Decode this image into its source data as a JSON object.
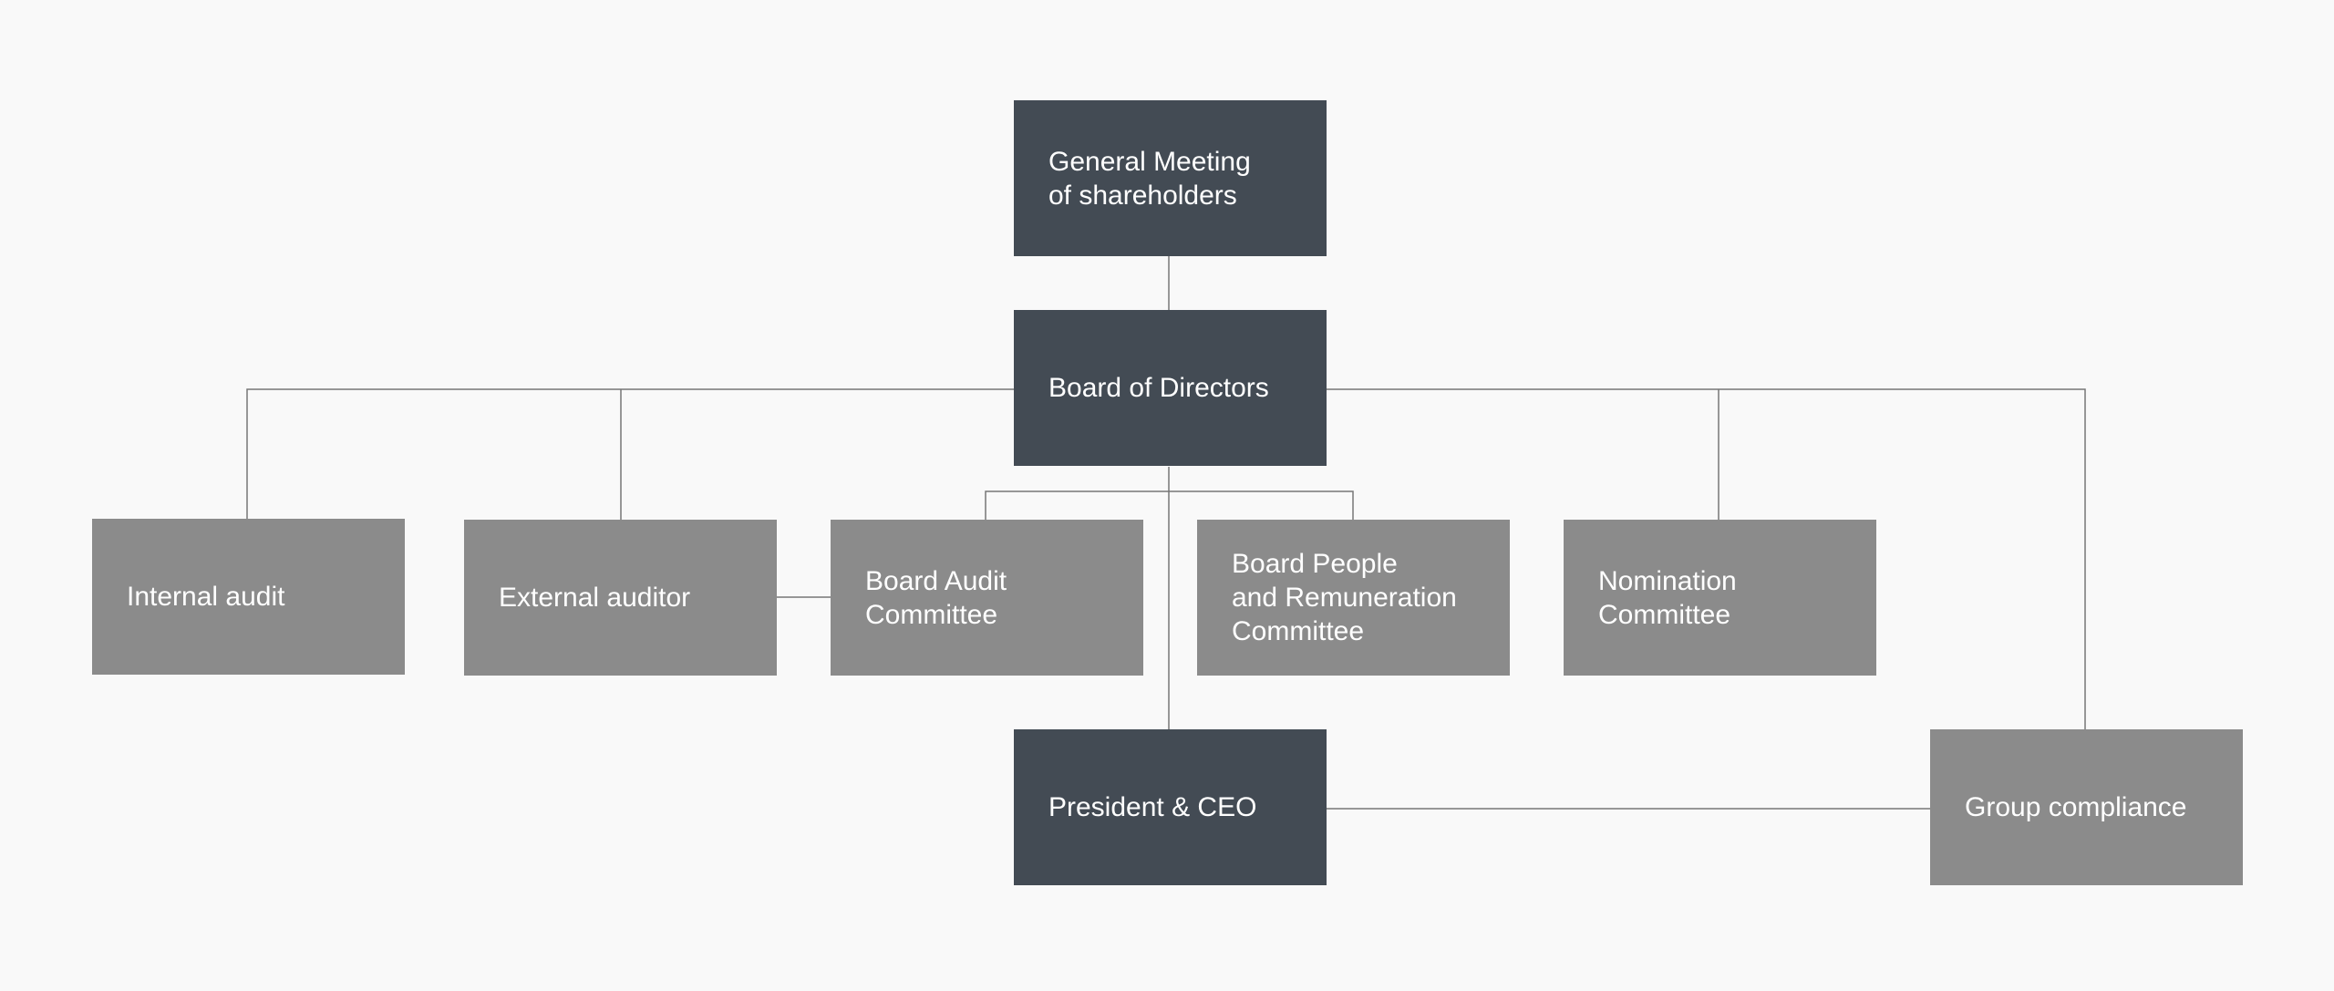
{
  "org_chart": {
    "general_meeting": "General Meeting\nof shareholders",
    "board_of_directors": "Board of Directors",
    "internal_audit": "Internal audit",
    "external_auditor": "External auditor",
    "board_audit_committee": "Board Audit\nCommittee",
    "board_people_remuneration_committee": "Board People\nand Remuneration\nCommittee",
    "nomination_committee": "Nomination\nCommittee",
    "president_ceo": "President & CEO",
    "group_compliance": "Group compliance"
  },
  "colors": {
    "background": "#f9f9f9",
    "governance_box": "#434b54",
    "function_box": "#8b8b8b",
    "box_text": "#ffffff",
    "connector": "#777777"
  }
}
